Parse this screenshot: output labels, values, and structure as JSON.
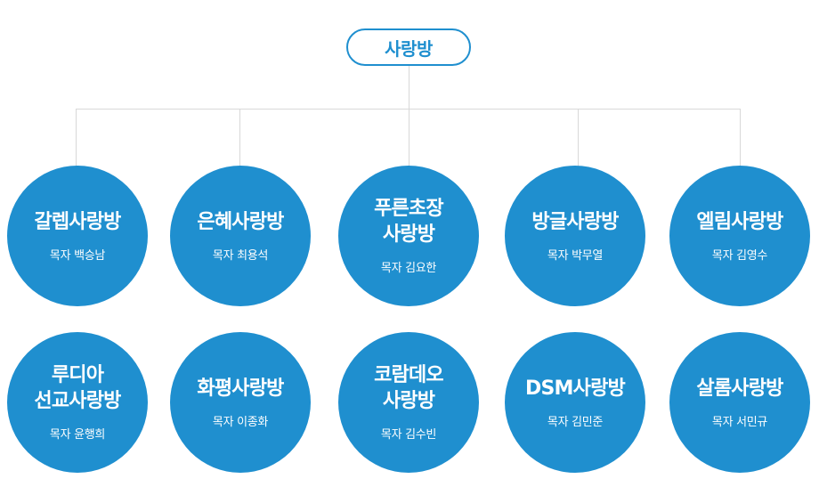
{
  "root": {
    "label": "사랑방"
  },
  "groups": [
    {
      "name_lines": [
        "갈렙사랑방"
      ],
      "pastor": "목자 백승남"
    },
    {
      "name_lines": [
        "은혜사랑방"
      ],
      "pastor": "목자 최용석"
    },
    {
      "name_lines": [
        "푸른초장",
        "사랑방"
      ],
      "pastor": "목자 김요한"
    },
    {
      "name_lines": [
        "방글사랑방"
      ],
      "pastor": "목자 박무열"
    },
    {
      "name_lines": [
        "엘림사랑방"
      ],
      "pastor": "목자 김영수"
    },
    {
      "name_lines": [
        "루디아",
        "선교사랑방"
      ],
      "pastor": "목자 윤행희"
    },
    {
      "name_lines": [
        "화평사랑방"
      ],
      "pastor": "목자 이종화"
    },
    {
      "name_lines": [
        "코람데오",
        "사랑방"
      ],
      "pastor": "목자 김수빈"
    },
    {
      "name_lines": [
        "DSM사랑방"
      ],
      "pastor": "목자 김민준"
    },
    {
      "name_lines": [
        "살롬사랑방"
      ],
      "pastor": "목자 서민규"
    }
  ],
  "colors": {
    "accent": "#1f8fcf",
    "connector": "#d8d8d8",
    "background": "#ffffff"
  }
}
